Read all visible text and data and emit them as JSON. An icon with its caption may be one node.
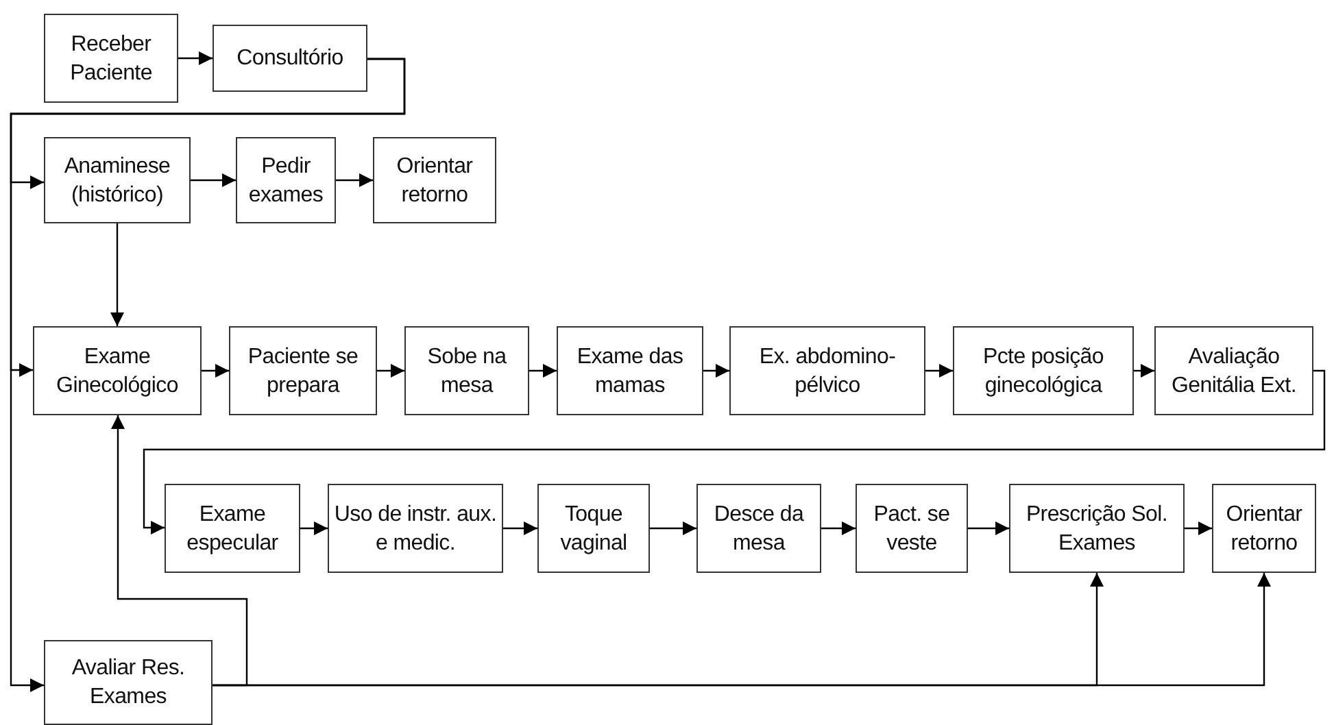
{
  "diagram": {
    "nodes": [
      {
        "text": [
          "Receber Paciente"
        ]
      },
      {
        "text": [
          "Consultório"
        ]
      },
      {
        "text": [
          "Anaminese (histórico)"
        ]
      },
      {
        "text": [
          "Pedir exames"
        ]
      },
      {
        "text": [
          "Orientar retorno"
        ]
      },
      {
        "text": [
          "Exame Ginecológico"
        ]
      },
      {
        "text": [
          "Paciente se prepara"
        ]
      },
      {
        "text": [
          "Sobe na mesa"
        ]
      },
      {
        "text": [
          "Exame das mamas"
        ]
      },
      {
        "text": [
          "Ex. abdomino-pélvico"
        ]
      },
      {
        "text": [
          "Pcte posição ginecológica"
        ]
      },
      {
        "text": [
          "Avaliação Genitália Ext."
        ]
      },
      {
        "text": [
          "Exame especular"
        ]
      },
      {
        "text": [
          "Uso de instr. aux. e medic."
        ]
      },
      {
        "text": [
          "Toque vaginal"
        ]
      },
      {
        "text": [
          "Desce da mesa"
        ]
      },
      {
        "text": [
          "Pact. se veste"
        ]
      },
      {
        "text": [
          "Prescrição Sol. Exames"
        ]
      },
      {
        "text": [
          "Orientar retorno"
        ]
      },
      {
        "text": [
          "Avaliar Res. Exames"
        ]
      }
    ],
    "edges": [
      {
        "from": 0,
        "to": 1,
        "arrow": "to"
      },
      {
        "from": 1,
        "to": 2,
        "arrow": "to"
      },
      {
        "from": 1,
        "to": 5,
        "arrow": "to"
      },
      {
        "from": 1,
        "to": 19,
        "arrow": "to"
      },
      {
        "from": 2,
        "to": 3,
        "arrow": "to"
      },
      {
        "from": 3,
        "to": 4,
        "arrow": "to"
      },
      {
        "from": 2,
        "to": 5,
        "arrow": "to"
      },
      {
        "from": 5,
        "to": 6,
        "arrow": "to"
      },
      {
        "from": 6,
        "to": 7,
        "arrow": "to"
      },
      {
        "from": 7,
        "to": 8,
        "arrow": "to"
      },
      {
        "from": 8,
        "to": 9,
        "arrow": "to"
      },
      {
        "from": 9,
        "to": 10,
        "arrow": "to"
      },
      {
        "from": 10,
        "to": 11,
        "arrow": "to"
      },
      {
        "from": 11,
        "to": 12,
        "arrow": "to"
      },
      {
        "from": 12,
        "to": 13,
        "arrow": "to"
      },
      {
        "from": 13,
        "to": 14,
        "arrow": "to"
      },
      {
        "from": 14,
        "to": 15,
        "arrow": "to"
      },
      {
        "from": 15,
        "to": 16,
        "arrow": "to"
      },
      {
        "from": 16,
        "to": 17,
        "arrow": "to"
      },
      {
        "from": 17,
        "to": 18,
        "arrow": "to"
      },
      {
        "from": 19,
        "to": 5,
        "arrow": "to"
      },
      {
        "from": 19,
        "to": 17,
        "arrow": "to"
      },
      {
        "from": 19,
        "to": 18,
        "arrow": "to"
      }
    ]
  }
}
